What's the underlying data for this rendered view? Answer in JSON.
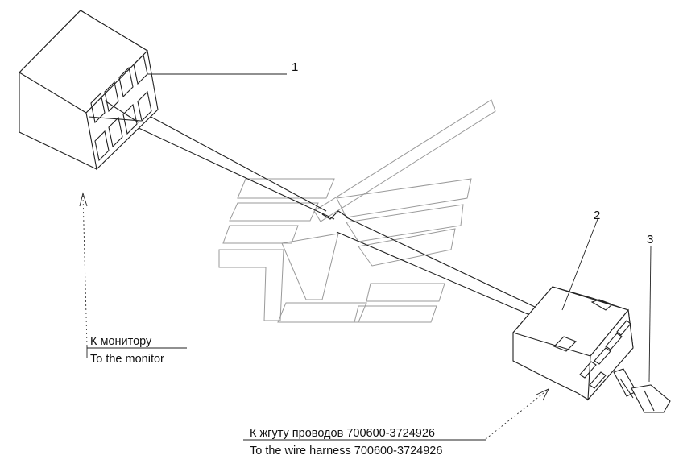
{
  "callouts": {
    "item1": "1",
    "item2": "2",
    "item3": "3"
  },
  "labels": {
    "monitor_ru": "К монитору",
    "monitor_en": "To the monitor",
    "harness_ru": "К жгуту проводов 700600-3724926",
    "harness_en": "To the wire harness 700600-3724926"
  }
}
